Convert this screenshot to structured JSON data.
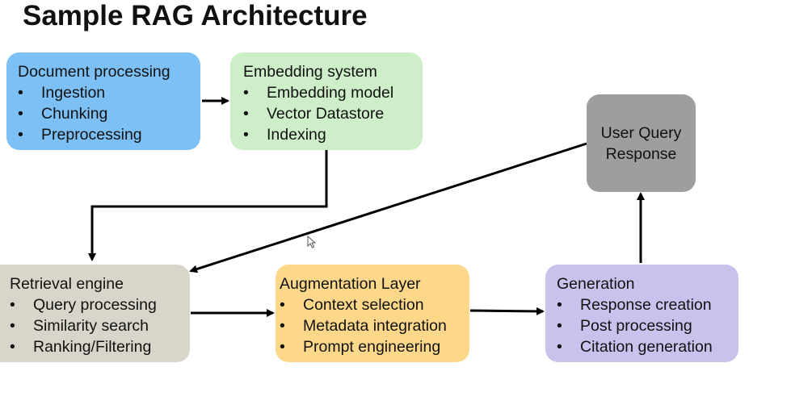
{
  "title": "Sample RAG Architecture",
  "colors": {
    "document_processing": "#7cc0f5",
    "embedding_system": "#cdeec8",
    "user_query": "#9e9e9e",
    "retrieval_engine": "#d8d5ca",
    "augmentation_layer": "#fdd88a",
    "generation": "#c9c2ec",
    "arrow": "#000000"
  },
  "boxes": {
    "document_processing": {
      "title": "Document processing",
      "bullet": "•",
      "items": [
        "Ingestion",
        "Chunking",
        "Preprocessing"
      ]
    },
    "embedding_system": {
      "title": "Embedding system",
      "bullet": "•",
      "items": [
        "Embedding model",
        "Vector Datastore",
        "Indexing"
      ]
    },
    "user_query": {
      "line1": "User Query",
      "line2": "Response"
    },
    "retrieval_engine": {
      "title": "Retrieval engine",
      "bullet": "•",
      "items": [
        "Query processing",
        "Similarity search",
        "Ranking/Filtering"
      ]
    },
    "augmentation_layer": {
      "title": "Augmentation Layer",
      "bullet": "•",
      "items": [
        "Context selection",
        "Metadata integration",
        "Prompt engineering"
      ]
    },
    "generation": {
      "title": "Generation",
      "bullet": "•",
      "items": [
        "Response creation",
        "Post processing",
        "Citation generation"
      ]
    }
  },
  "edges": [
    {
      "from": "document_processing",
      "to": "embedding_system"
    },
    {
      "from": "embedding_system",
      "to": "retrieval_engine"
    },
    {
      "from": "user_query",
      "to": "retrieval_engine"
    },
    {
      "from": "retrieval_engine",
      "to": "augmentation_layer"
    },
    {
      "from": "augmentation_layer",
      "to": "generation"
    },
    {
      "from": "generation",
      "to": "user_query"
    }
  ]
}
